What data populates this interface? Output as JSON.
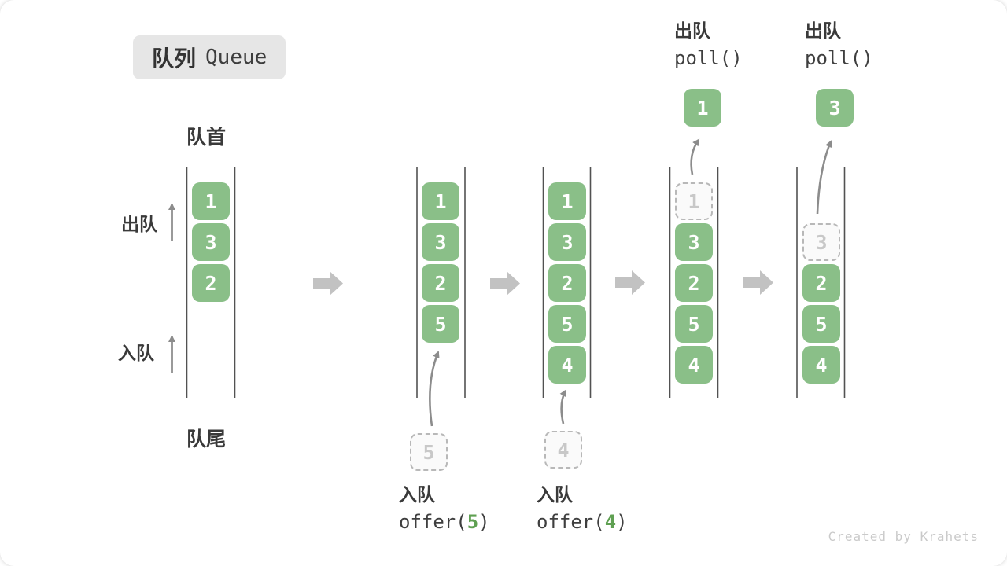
{
  "title": {
    "zh": "队列",
    "en": "Queue"
  },
  "labels": {
    "front": "队首",
    "rear": "队尾",
    "dequeue": "出队",
    "enqueue": "入队"
  },
  "queues": [
    {
      "boxes": [
        {
          "v": "1"
        },
        {
          "v": "3"
        },
        {
          "v": "2"
        }
      ]
    },
    {
      "boxes": [
        {
          "v": "1"
        },
        {
          "v": "3"
        },
        {
          "v": "2"
        },
        {
          "v": "5"
        }
      ],
      "incoming": {
        "v": "5"
      }
    },
    {
      "boxes": [
        {
          "v": "1"
        },
        {
          "v": "3"
        },
        {
          "v": "2"
        },
        {
          "v": "5"
        },
        {
          "v": "4"
        }
      ],
      "incoming": {
        "v": "4"
      }
    },
    {
      "ghost": {
        "v": "1"
      },
      "boxes": [
        {
          "v": "3"
        },
        {
          "v": "2"
        },
        {
          "v": "5"
        },
        {
          "v": "4"
        }
      ],
      "popped": {
        "v": "1"
      }
    },
    {
      "ghost": {
        "v": "3"
      },
      "boxes": [
        {
          "v": "2"
        },
        {
          "v": "5"
        },
        {
          "v": "4"
        }
      ],
      "popped": {
        "v": "3"
      }
    }
  ],
  "operations": {
    "enqueue_5": {
      "action": "入队",
      "fn_open": "offer(",
      "arg": "5",
      "fn_close": ")"
    },
    "enqueue_4": {
      "action": "入队",
      "fn_open": "offer(",
      "arg": "4",
      "fn_close": ")"
    },
    "poll_first": {
      "action": "出队",
      "fn": "poll()"
    },
    "poll_second": {
      "action": "出队",
      "fn": "poll()"
    }
  },
  "watermark": "Created by Krahets",
  "colors": {
    "box_green": "#8abf88",
    "arg_green": "#5fa052",
    "block_arrow_gray": "#c2c2c2",
    "curve_arrow_gray": "#8c8c8c",
    "wall_dark": "#525252",
    "badge_bg": "#e6e6e6",
    "text_dark": "#3c3c3c",
    "ghost_border": "#b8b8b8",
    "ghost_text": "#c8c8c8",
    "watermark_gray": "#cacaca"
  }
}
